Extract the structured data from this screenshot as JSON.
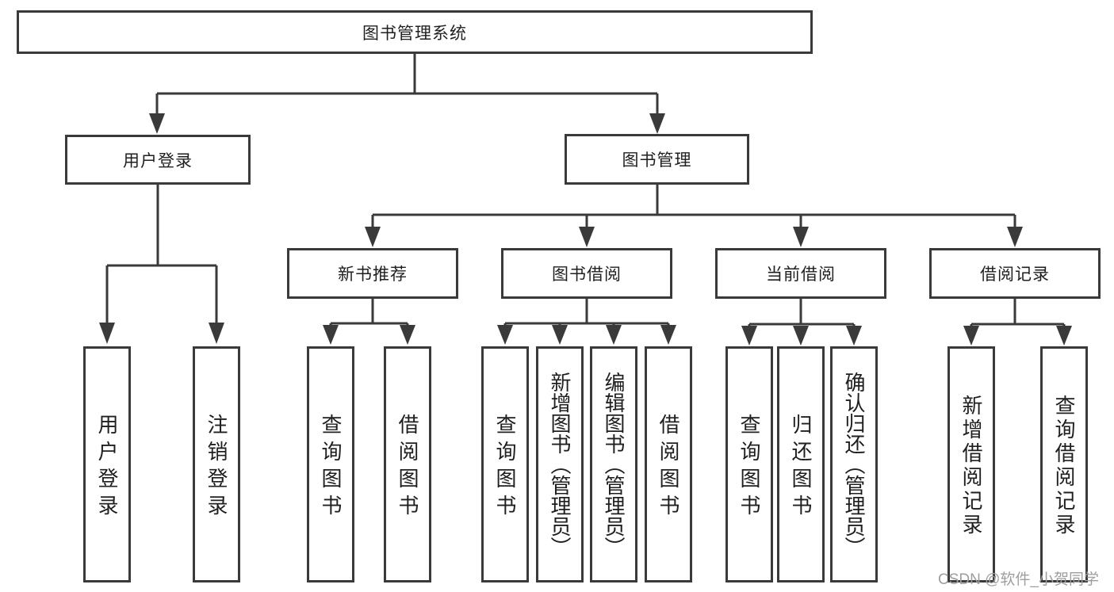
{
  "colors": {
    "line": "#3a3a3a",
    "box_border": "#3a3a3a",
    "text": "#1f1f1f",
    "watermark_text": "#9e9e9e",
    "background": "#ffffff"
  },
  "watermark": {
    "text": "CSDN @软件_小贺同学"
  },
  "tree": {
    "root": {
      "label": "图书管理系统"
    },
    "branches": [
      {
        "label": "用户登录",
        "leaves": [
          {
            "label": "用户登录"
          },
          {
            "label": "注销登录"
          }
        ]
      },
      {
        "label": "图书管理",
        "groups": [
          {
            "label": "新书推荐",
            "leaves": [
              {
                "label": "查询图书"
              },
              {
                "label": "借阅图书"
              }
            ]
          },
          {
            "label": "图书借阅",
            "leaves": [
              {
                "label": "查询图书"
              },
              {
                "label": "新增图书（管理员）"
              },
              {
                "label": "编辑图书（管理员）"
              },
              {
                "label": "借阅图书"
              }
            ]
          },
          {
            "label": "当前借阅",
            "leaves": [
              {
                "label": "查询图书"
              },
              {
                "label": "归还图书"
              },
              {
                "label": "确认归还（管理员）"
              }
            ]
          },
          {
            "label": "借阅记录",
            "leaves": [
              {
                "label": "新增借阅记录"
              },
              {
                "label": "查询借阅记录"
              }
            ]
          }
        ]
      }
    ]
  }
}
